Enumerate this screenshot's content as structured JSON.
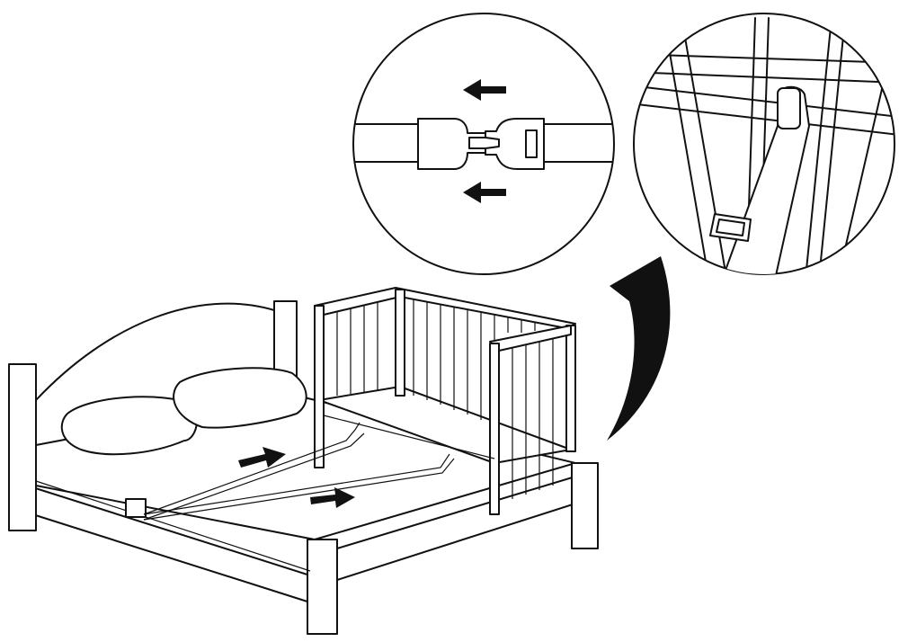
{
  "diagram": {
    "line_color": "#111111",
    "background": "#ffffff",
    "parts": [
      "bed",
      "pillows",
      "bedside-crib",
      "fastening-straps",
      "buckle-detail",
      "strap-attachment-detail",
      "direction-arrows",
      "curved-arrow"
    ]
  }
}
